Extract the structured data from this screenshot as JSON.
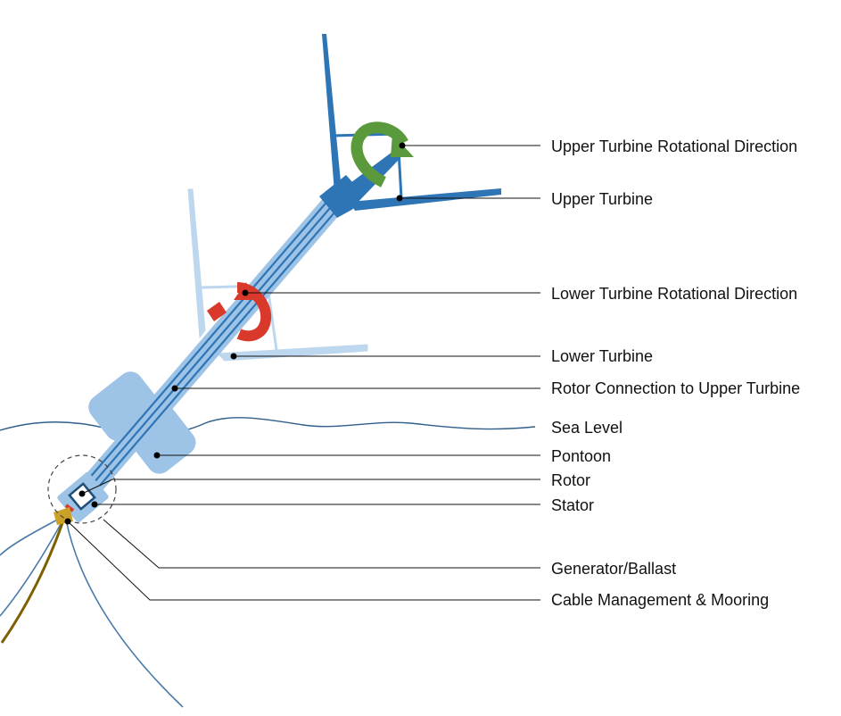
{
  "diagram": {
    "labels": {
      "upper_turbine_rotational_direction": "Upper Turbine Rotational Direction",
      "upper_turbine": "Upper Turbine",
      "lower_turbine_rotational_direction": "Lower Turbine Rotational Direction",
      "lower_turbine": "Lower Turbine",
      "rotor_connection": "Rotor Connection to Upper Turbine",
      "sea_level": "Sea Level",
      "pontoon": "Pontoon",
      "rotor": "Rotor",
      "stator": "Stator",
      "generator_ballast": "Generator/Ballast",
      "cable_mooring": "Cable Management & Mooring"
    },
    "colors": {
      "upper_turbine": "#2e75b6",
      "lower_turbine": "#bdd7ee",
      "tower": "#9dc3e6",
      "pontoon": "#9dc3e6",
      "upper_rotation_arrow": "#5a9a3c",
      "lower_rotation_arrow": "#d9392b",
      "sea_level_line": "#2f5f8a",
      "mooring_line": "#4a7aa8",
      "cable": "#7f6000",
      "generator": "#c9a227",
      "leader_line": "#111111"
    }
  }
}
